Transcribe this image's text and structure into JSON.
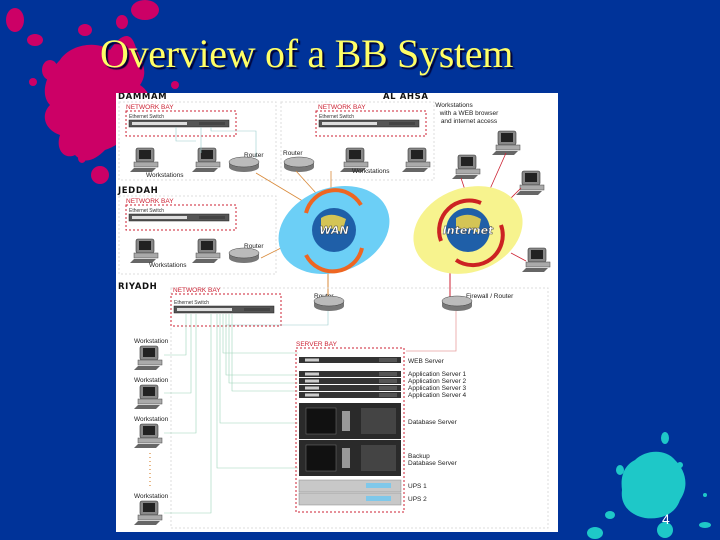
{
  "slide": {
    "title": "Overview of a BB System",
    "slide_number": "4",
    "background_color": "#003399",
    "title_color": "#ffff66",
    "accent_splash_top_left": "#cc0066",
    "accent_splash_bottom_right": "#1ec8c8"
  },
  "diagram": {
    "sites": [
      {
        "name": "DAMMAM",
        "bay_label": "NETWORK BAY",
        "switch_label": "Ethernet Switch",
        "router_label": "Router",
        "workstations_label": "Workstations"
      },
      {
        "name": "AL AHSA",
        "bay_label": "NETWORK BAY",
        "switch_label": "Ethernet Switch",
        "router_label": "Router",
        "workstations_label": "Workstations"
      },
      {
        "name": "JEDDAH",
        "bay_label": "NETWORK BAY",
        "switch_label": "Ethernet Switch",
        "router_label": "Router",
        "workstations_label": "Workstations"
      }
    ],
    "riyadh": {
      "name": "RIYADH",
      "bay_label": "NETWORK BAY",
      "switch_label": "Ethernet Switch",
      "router_label": "Router",
      "firewall_label": "Firewall / Router",
      "workstation_label": "Workstation",
      "server_bay_label": "SERVER BAY",
      "servers": [
        "WEB Server",
        "Application Server 1",
        "Application Server 2",
        "Application Server 3",
        "Application Server 4",
        "Database Server",
        "Backup",
        "Database Server",
        "UPS 1",
        "UPS 2"
      ]
    },
    "clouds": {
      "wan": "WAN",
      "internet": "Internet"
    },
    "internet_workstations_caption": [
      "Workstations",
      "with a WEB browser",
      "and internet access"
    ]
  }
}
